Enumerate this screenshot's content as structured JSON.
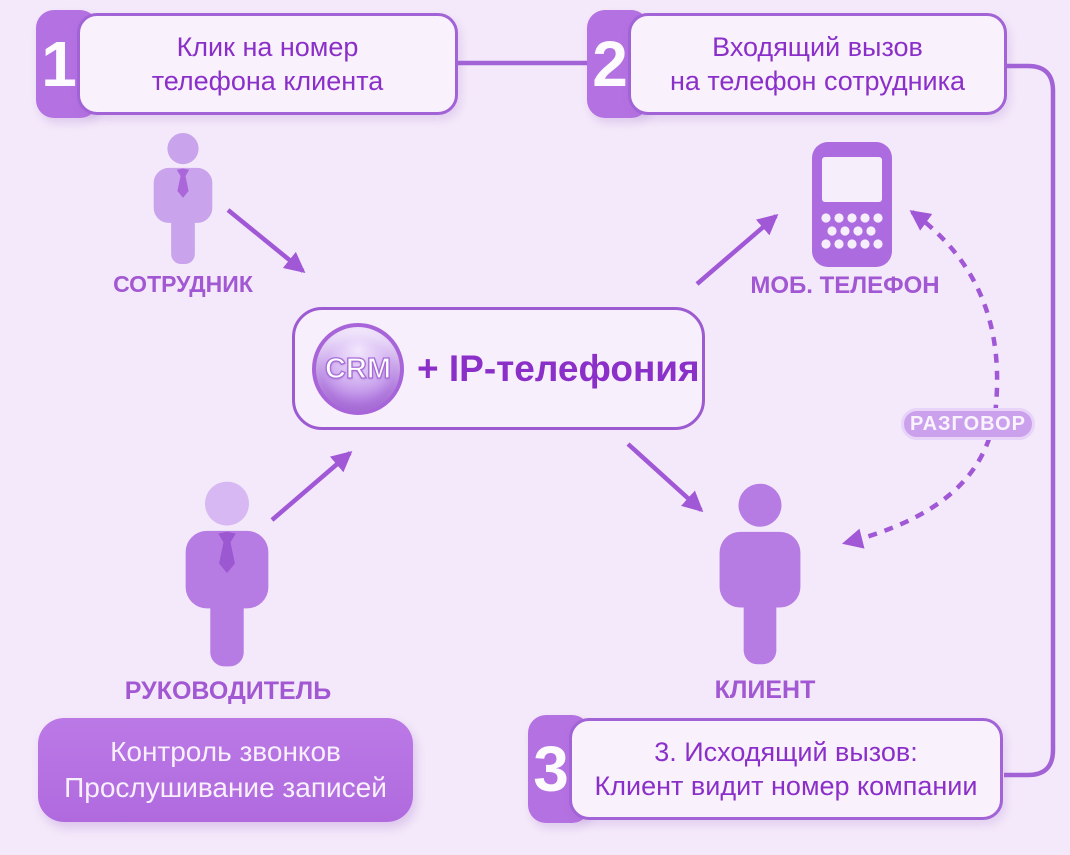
{
  "steps": [
    {
      "number": "1",
      "line1": "Клик на номер",
      "line2": "телефона клиента"
    },
    {
      "number": "2",
      "line1": "Входящий вызов",
      "line2": "на телефон сотрудника"
    },
    {
      "number": "3",
      "line1": "3. Исходящий вызов:",
      "line2": "Клиент видит номер компании"
    }
  ],
  "crm": {
    "sphere_label": "CRM",
    "text": "+ IP-телефония"
  },
  "actors": {
    "employee": {
      "label": "СОТРУДНИК"
    },
    "manager": {
      "label": "РУКОВОДИТЕЛЬ"
    },
    "client": {
      "label": "КЛИЕНТ"
    },
    "mobile_phone": {
      "label": "МОБ. ТЕЛЕФОН"
    }
  },
  "conversation": {
    "label": "РАЗГОВОР"
  },
  "control_panel": {
    "line1": "Контроль звонков",
    "line2": "Прослушивание записей"
  },
  "colors": {
    "background": "#f4e9fa",
    "accent_text": "#8b2fc9",
    "solid_box": "#b471e1",
    "border": "#a263d6",
    "figure": "#b77ce4",
    "figure_light": "#c9a4ec",
    "arrow": "#a158d6"
  }
}
